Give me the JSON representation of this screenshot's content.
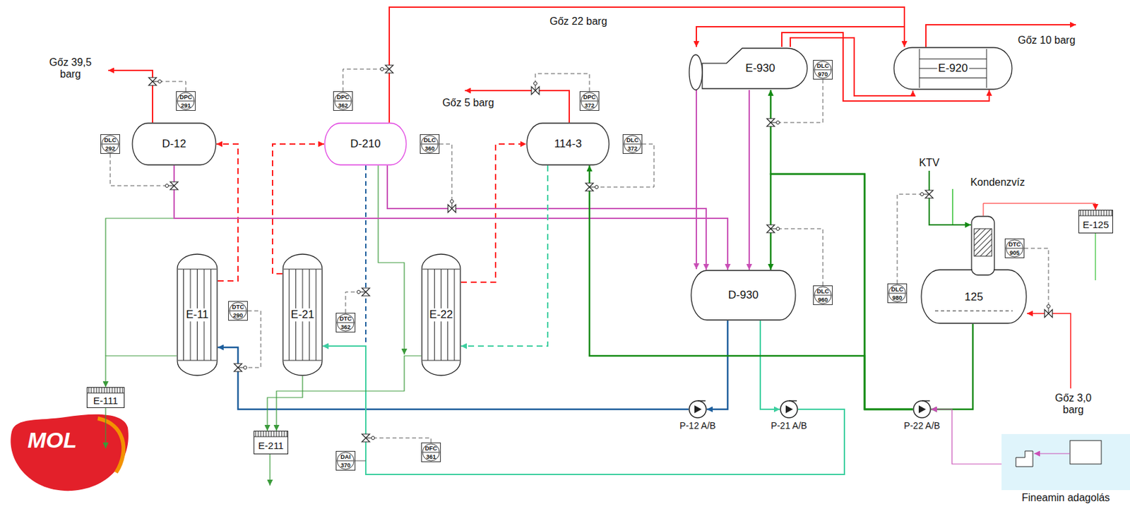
{
  "diagram": {
    "nodes": [
      {
        "text": [
          "D-12"
        ]
      },
      {
        "text": [
          "D-210"
        ]
      },
      {
        "text": [
          "114-3"
        ]
      },
      {
        "text": [
          "E-930"
        ]
      },
      {
        "text": [
          "E-920"
        ]
      },
      {
        "text": [
          "D-930"
        ]
      },
      {
        "text": [
          "125"
        ]
      },
      {
        "text": [
          "E-11"
        ]
      },
      {
        "text": [
          "E-21"
        ]
      },
      {
        "text": [
          "E-22"
        ]
      },
      {
        "text": [
          "E-111"
        ]
      },
      {
        "text": [
          "E-211"
        ]
      },
      {
        "text": [
          "E-125"
        ]
      },
      {
        "text": [
          "P-12 A/B"
        ]
      },
      {
        "text": [
          "P-21 A/B"
        ]
      },
      {
        "text": [
          "P-22 A/B"
        ]
      },
      {
        "text": [
          "Fineamin adagolás"
        ]
      },
      {
        "text": [
          "DPC",
          "291"
        ]
      },
      {
        "text": [
          "DLC",
          "292"
        ]
      },
      {
        "text": [
          "DPC",
          "362"
        ]
      },
      {
        "text": [
          "DLC",
          "360"
        ]
      },
      {
        "text": [
          "DPC",
          "372"
        ]
      },
      {
        "text": [
          "DLC",
          "372"
        ]
      },
      {
        "text": [
          "DLC",
          "970"
        ]
      },
      {
        "text": [
          "DTC",
          "290"
        ]
      },
      {
        "text": [
          "DTC",
          "362"
        ]
      },
      {
        "text": [
          "DLC",
          "960"
        ]
      },
      {
        "text": [
          "DLC",
          "980"
        ]
      },
      {
        "text": [
          "DTC",
          "905"
        ]
      },
      {
        "text": [
          "DFC",
          "361"
        ]
      },
      {
        "text": [
          "DAI",
          "370"
        ]
      }
    ],
    "edges": [
      {
        "from": 7,
        "to": 0,
        "arrow": "to"
      },
      {
        "from": 8,
        "to": 1,
        "arrow": "to"
      },
      {
        "from": 9,
        "to": 2,
        "arrow": "to"
      },
      {
        "from": 0,
        "to": 5,
        "arrow": "to"
      },
      {
        "from": 1,
        "to": 5,
        "arrow": "to"
      },
      {
        "from": 3,
        "to": 5,
        "arrow": "to"
      },
      {
        "from": 2,
        "to": 9,
        "arrow": "to"
      },
      {
        "from": 1,
        "to": 8,
        "arrow": "to"
      },
      {
        "from": 5,
        "to": 13,
        "arrow": "to"
      },
      {
        "from": 13,
        "to": 7,
        "arrow": "to"
      },
      {
        "from": 5,
        "to": 14,
        "arrow": "to"
      },
      {
        "from": 14,
        "to": 8,
        "arrow": "to"
      },
      {
        "from": 6,
        "to": 15,
        "arrow": "to"
      },
      {
        "from": 15,
        "to": 2,
        "arrow": "to"
      },
      {
        "from": 15,
        "to": 5,
        "arrow": "to"
      },
      {
        "from": 15,
        "to": 3,
        "arrow": "to"
      },
      {
        "from": 1,
        "to": 4,
        "arrow": "to"
      },
      {
        "from": 1,
        "to": 3,
        "arrow": "to"
      },
      {
        "from": 3,
        "to": 4,
        "arrow": "to"
      },
      {
        "from": 6,
        "to": 12,
        "arrow": "to"
      },
      {
        "from": 7,
        "to": 10,
        "arrow": "to"
      },
      {
        "from": 8,
        "to": 11,
        "arrow": "to"
      },
      {
        "from": 9,
        "to": 11,
        "arrow": "to"
      },
      {
        "from": 16,
        "to": 15,
        "arrow": "to"
      }
    ],
    "labels": [
      "Gőz 22 barg",
      "Gőz 39,5 barg",
      "Gőz 5 barg",
      "Gőz 10 barg",
      "KTV",
      "Kondenzvíz",
      "Gőz 3,0 barg",
      "MOL"
    ]
  }
}
